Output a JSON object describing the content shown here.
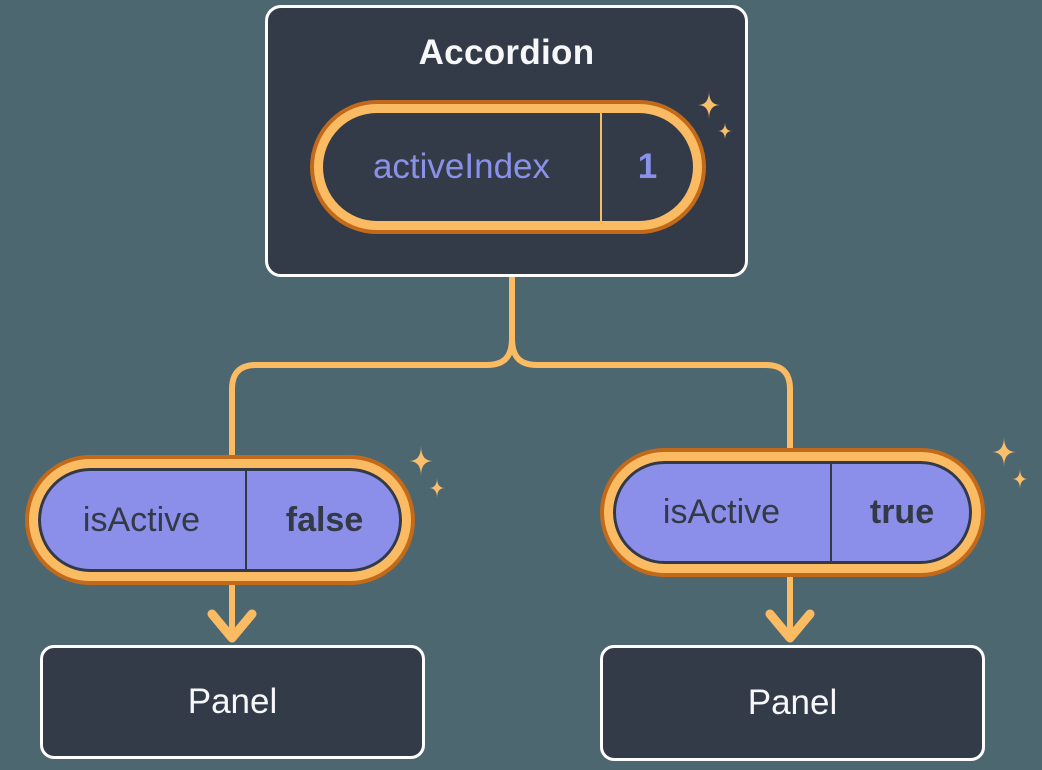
{
  "colors": {
    "background": "#4D6771",
    "card_bg": "#343B48",
    "card_border": "#FFFFFF",
    "orange": "#FBBB62",
    "orange_dark": "#C26A1A",
    "purple": "#8B8FE9",
    "text_light": "#F6F7F9",
    "text_purple": "#8A91E8",
    "text_dark": "#333945",
    "sparkle": "#FBBF6C"
  },
  "accordion": {
    "title": "Accordion",
    "state_pill": {
      "label": "activeIndex",
      "value": "1"
    }
  },
  "children": [
    {
      "prop_pill": {
        "label": "isActive",
        "value": "false"
      },
      "panel": {
        "label": "Panel"
      }
    },
    {
      "prop_pill": {
        "label": "isActive",
        "value": "true"
      },
      "panel": {
        "label": "Panel"
      }
    }
  ],
  "icons": {
    "sparkles": "four-point-sparkle"
  }
}
